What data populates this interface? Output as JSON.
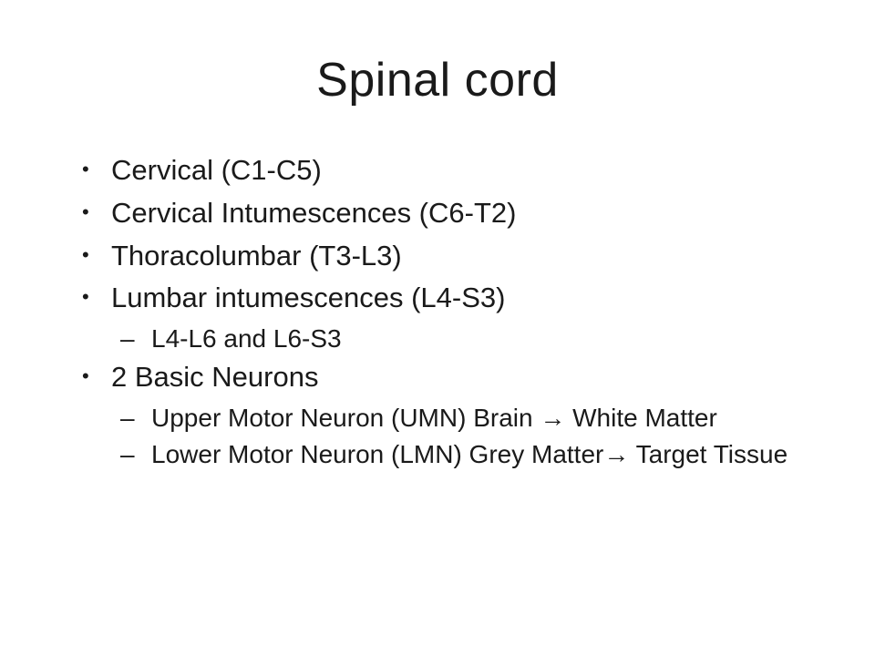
{
  "slide": {
    "title": "Spinal cord",
    "markers": {
      "level1": "•",
      "level2": "–"
    },
    "bullets": [
      {
        "level": 1,
        "text": "Cervical (C1-C5)"
      },
      {
        "level": 1,
        "text": "Cervical Intumescences (C6-T2)"
      },
      {
        "level": 1,
        "text": "Thoracolumbar (T3-L3)"
      },
      {
        "level": 1,
        "text": "Lumbar intumescences (L4-S3)"
      },
      {
        "level": 2,
        "text": "L4-L6 and L6-S3"
      },
      {
        "level": 1,
        "text": "2 Basic Neurons"
      },
      {
        "level": 2,
        "text": "Upper Motor Neuron (UMN) Brain  →  White Matter"
      },
      {
        "level": 2,
        "text": "Lower Motor Neuron (LMN) Grey Matter→ Target Tissue"
      }
    ],
    "colors": {
      "background": "#ffffff",
      "text": "#1a1a1a"
    }
  }
}
